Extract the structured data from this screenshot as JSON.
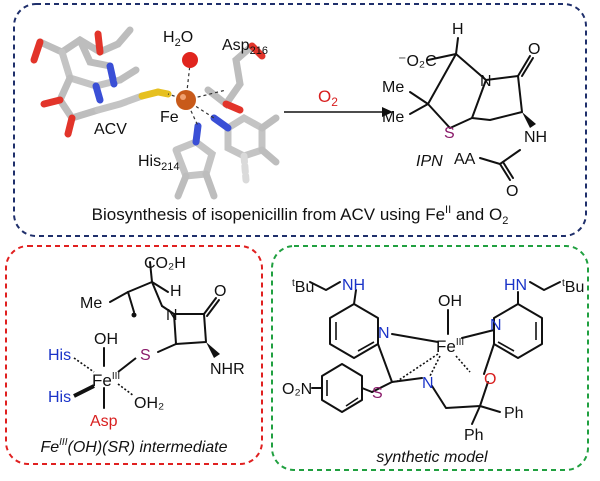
{
  "colors": {
    "top_border": "#1f2f6b",
    "left_border": "#e02020",
    "right_border": "#20a040",
    "his": "#1a33c8",
    "asp": "#d81e1e",
    "sulfur": "#8a1a6a",
    "iron_sphere": "#c85a1a",
    "water_sphere": "#e0251e",
    "o2_arrow_label": "#d81e1e",
    "nitrogen": "#1a33c8",
    "ring_sulfur": "#8a1a6a"
  },
  "top_panel": {
    "caption_main": "Biosynthesis of isopenicillin from ACV using Fe",
    "caption_sup": "II",
    "caption_tail": " and O",
    "caption_sub": "2",
    "protein": {
      "h2o_label": "H",
      "h2o_sub": "2",
      "h2o_tail": "O",
      "asp_label": "Asp",
      "asp_sub": "216",
      "fe_label": "Fe",
      "acv_label": "ACV",
      "his_label": "His",
      "his_sub": "214"
    },
    "arrow_label": "O",
    "arrow_label_sub": "2",
    "product": {
      "carboxylate": "⁻O₂C",
      "h_label": "H",
      "me1": "Me",
      "me2": "Me",
      "s_label": "S",
      "n_label": "N",
      "o_label": "O",
      "nh_label": "NH",
      "aa_label": "AA",
      "o2_label": "O",
      "name": "IPN"
    }
  },
  "left_panel": {
    "co2h": "CO₂H",
    "h": "H",
    "me": "Me",
    "n": "N",
    "o": "O",
    "s": "S",
    "nhr": "NHR",
    "oh": "OH",
    "his1": "His",
    "his2": "His",
    "fe": "Fe",
    "fe_ox": "III",
    "oh2": "OH₂",
    "asp": "Asp",
    "caption_fe": "Fe",
    "caption_sup": "III",
    "caption_tail": "(OH)(SR) intermediate"
  },
  "right_panel": {
    "tbu_left": "Bu",
    "tbu_left_pre": "t",
    "nh_left": "NH",
    "tbu_right": "Bu",
    "tbu_right_pre": "t",
    "nh_right": "HN",
    "oh": "OH",
    "n_left": "N",
    "n_right": "N",
    "fe": "Fe",
    "fe_ox": "III",
    "no2": "O₂N",
    "s": "S",
    "n_amine": "N",
    "o": "O",
    "ph1": "Ph",
    "ph2": "Ph",
    "caption": "synthetic model"
  }
}
